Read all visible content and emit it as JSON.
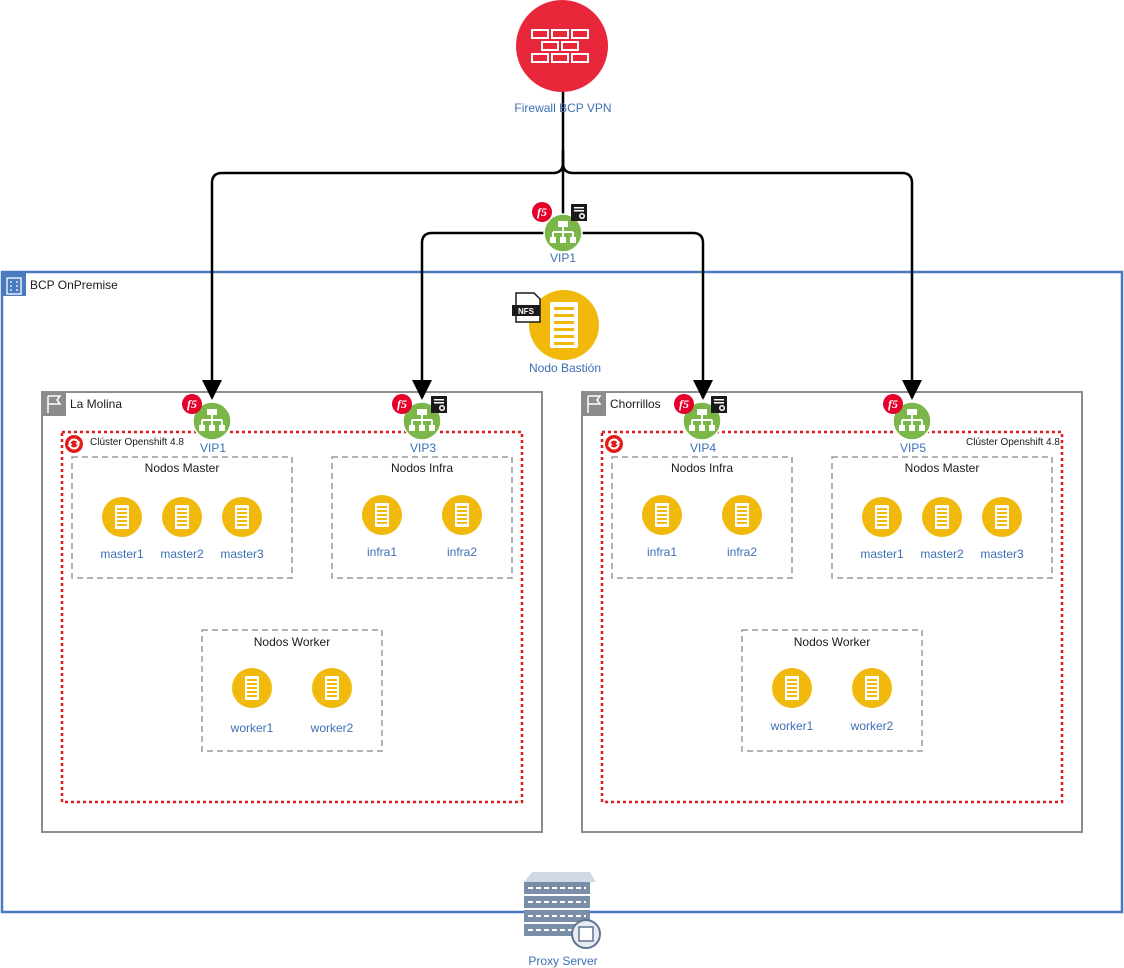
{
  "firewall": {
    "label": "Firewall BCP VPN"
  },
  "vip_main": {
    "label": "VIP1"
  },
  "site": {
    "label": "BCP OnPremise"
  },
  "bastion": {
    "label": "Nodo Bastión",
    "badge": "NFS"
  },
  "proxy": {
    "label": "Proxy Server"
  },
  "zones": {
    "left": {
      "label": "La Molina",
      "cluster_label": "Clúster Openshift 4.8",
      "vips": [
        "VIP1",
        "VIP3"
      ],
      "groups": {
        "master": {
          "title": "Nodos Master",
          "nodes": [
            "master1",
            "master2",
            "master3"
          ]
        },
        "infra": {
          "title": "Nodos Infra",
          "nodes": [
            "infra1",
            "infra2"
          ]
        },
        "worker": {
          "title": "Nodos Worker",
          "nodes": [
            "worker1",
            "worker2"
          ]
        }
      }
    },
    "right": {
      "label": "Chorrillos",
      "cluster_label": "Clúster Openshift 4.8",
      "vips": [
        "VIP4",
        "VIP5"
      ],
      "groups": {
        "infra": {
          "title": "Nodos Infra",
          "nodes": [
            "infra1",
            "infra2"
          ]
        },
        "master": {
          "title": "Nodos Master",
          "nodes": [
            "master1",
            "master2",
            "master3"
          ]
        },
        "worker": {
          "title": "Nodos Worker",
          "nodes": [
            "worker1",
            "worker2"
          ]
        }
      }
    }
  },
  "icons": {
    "firewall": "firewall-icon",
    "load_balancer": "load-balancer-icon",
    "f5": "f5-logo-icon",
    "certificate": "certificate-icon",
    "server": "server-icon",
    "building": "building-icon",
    "flag": "flag-icon",
    "openshift": "openshift-icon",
    "proxy": "proxy-server-icon"
  },
  "colors": {
    "firewall": "#e8283a",
    "vip": "#7ab648",
    "server": "#f0b90b",
    "site_border": "#4a7ac0",
    "zone_border": "#8c8c8c",
    "cluster_border": "#e01b1b",
    "group_border": "#9a9a9a",
    "label_blue": "#3d6fb5",
    "edge": "#000000"
  }
}
